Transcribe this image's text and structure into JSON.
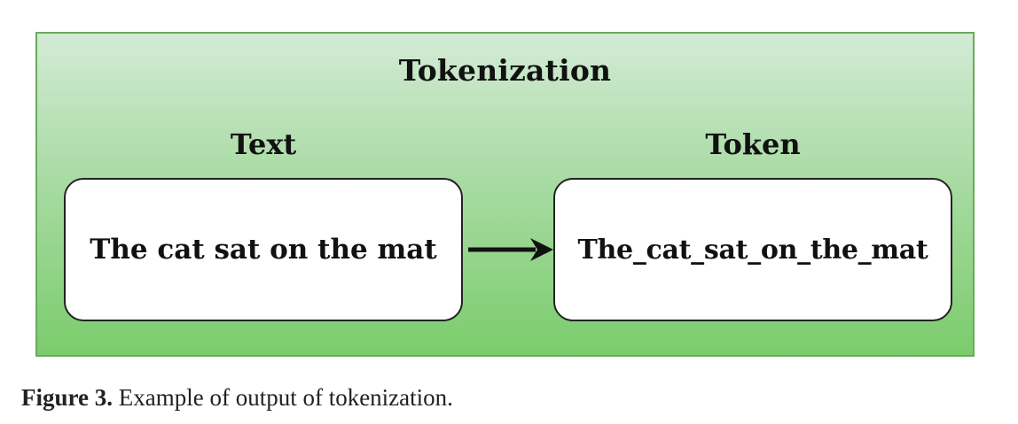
{
  "diagram": {
    "title": "Tokenization",
    "text_heading": "Text",
    "token_heading": "Token",
    "text_box_label": "The cat sat on the mat",
    "token_box_label": "The_cat_sat_on_the_mat"
  },
  "caption": {
    "label": "Figure 3.",
    "text": " Example of output of tokenization."
  },
  "colors": {
    "panel_top": "#d3ebd5",
    "panel_bottom": "#7bcc6c",
    "panel_border": "#6aaa5e",
    "box_fill": "#ffffff",
    "box_border": "#222222"
  }
}
